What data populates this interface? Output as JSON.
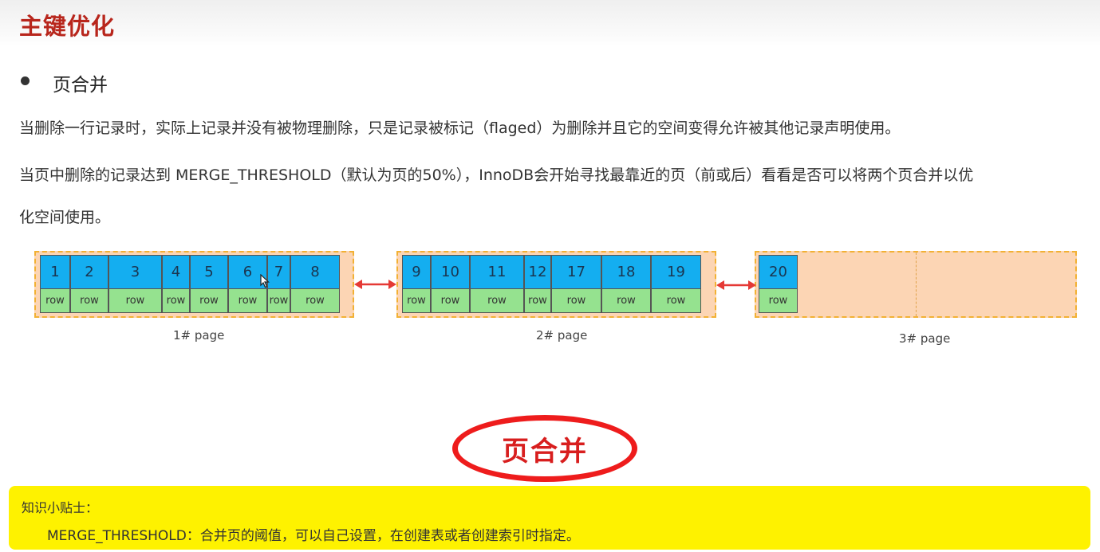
{
  "header": {
    "title": "主键优化"
  },
  "section": {
    "bullet": "页合并"
  },
  "paragraphs": [
    "当删除一行记录时，实际上记录并没有被物理删除，只是记录被标记（flaged）为删除并且它的空间变得允许被其他记录声明使用。",
    "当页中删除的记录达到 MERGE_THRESHOLD（默认为页的50%），InnoDB会开始寻找最靠近的页（前或后）看看是否可以将两个页合并以优",
    "化空间使用。"
  ],
  "pages": [
    {
      "label": "1#  page",
      "keys": [
        "1",
        "2",
        "3",
        "4",
        "5",
        "6",
        "7",
        "8"
      ],
      "row_text": "row"
    },
    {
      "label": "2#  page",
      "keys": [
        "9",
        "10",
        "11",
        "12",
        "17",
        "18",
        "19"
      ],
      "row_text": "row"
    },
    {
      "label": "3#  page",
      "keys": [
        "20"
      ],
      "row_text": "row"
    }
  ],
  "highlight": "页合并",
  "tip": {
    "title": "知识小贴士：",
    "text": "MERGE_THRESHOLD：合并页的阈值，可以自己设置，在创建表或者创建索引时指定。"
  },
  "colors": {
    "title_red": "#b8261c",
    "key_blue": "#14aef0",
    "row_green": "#95e28f",
    "page_bg": "#fcd5b4",
    "page_border": "#f2b134",
    "arrow_red": "#e53935",
    "tip_yellow": "#fef200"
  }
}
